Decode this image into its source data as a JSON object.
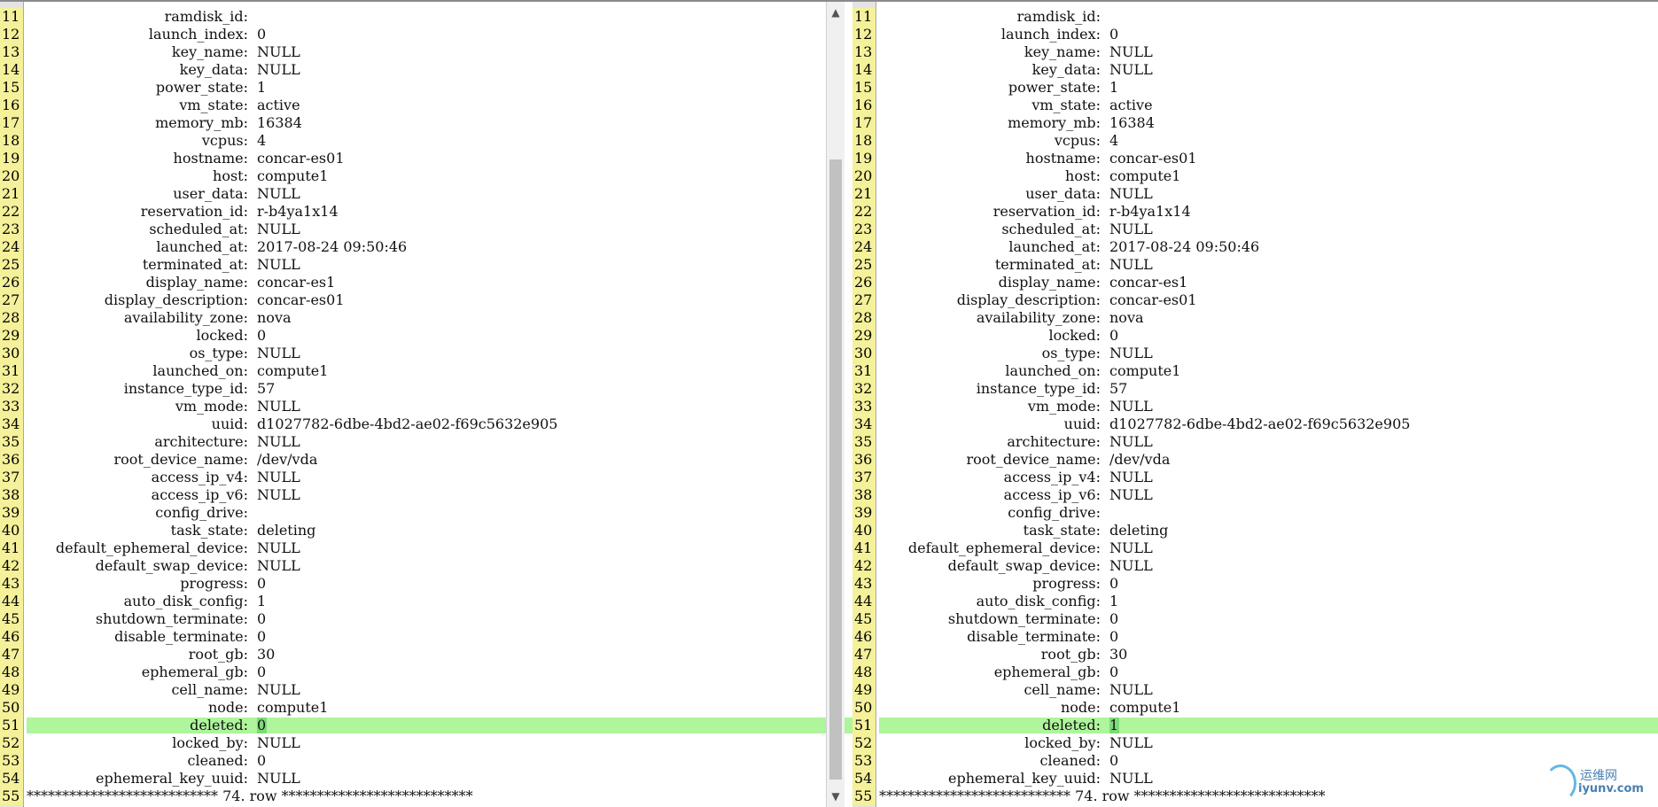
{
  "left_pane": {
    "lines": [
      {
        "n": "11",
        "key": "ramdisk_id:",
        "val": ""
      },
      {
        "n": "12",
        "key": "launch_index:",
        "val": "0"
      },
      {
        "n": "13",
        "key": "key_name:",
        "val": "NULL"
      },
      {
        "n": "14",
        "key": "key_data:",
        "val": "NULL"
      },
      {
        "n": "15",
        "key": "power_state:",
        "val": "1"
      },
      {
        "n": "16",
        "key": "vm_state:",
        "val": "active"
      },
      {
        "n": "17",
        "key": "memory_mb:",
        "val": "16384"
      },
      {
        "n": "18",
        "key": "vcpus:",
        "val": "4"
      },
      {
        "n": "19",
        "key": "hostname:",
        "val": "concar-es01"
      },
      {
        "n": "20",
        "key": "host:",
        "val": "compute1"
      },
      {
        "n": "21",
        "key": "user_data:",
        "val": "NULL"
      },
      {
        "n": "22",
        "key": "reservation_id:",
        "val": "r-b4ya1x14"
      },
      {
        "n": "23",
        "key": "scheduled_at:",
        "val": "NULL"
      },
      {
        "n": "24",
        "key": "launched_at:",
        "val": "2017-08-24 09:50:46"
      },
      {
        "n": "25",
        "key": "terminated_at:",
        "val": "NULL"
      },
      {
        "n": "26",
        "key": "display_name:",
        "val": "concar-es1"
      },
      {
        "n": "27",
        "key": "display_description:",
        "val": "concar-es01"
      },
      {
        "n": "28",
        "key": "availability_zone:",
        "val": "nova"
      },
      {
        "n": "29",
        "key": "locked:",
        "val": "0"
      },
      {
        "n": "30",
        "key": "os_type:",
        "val": "NULL"
      },
      {
        "n": "31",
        "key": "launched_on:",
        "val": "compute1"
      },
      {
        "n": "32",
        "key": "instance_type_id:",
        "val": "57"
      },
      {
        "n": "33",
        "key": "vm_mode:",
        "val": "NULL"
      },
      {
        "n": "34",
        "key": "uuid:",
        "val": "d1027782-6dbe-4bd2-ae02-f69c5632e905"
      },
      {
        "n": "35",
        "key": "architecture:",
        "val": "NULL"
      },
      {
        "n": "36",
        "key": "root_device_name:",
        "val": "/dev/vda"
      },
      {
        "n": "37",
        "key": "access_ip_v4:",
        "val": "NULL"
      },
      {
        "n": "38",
        "key": "access_ip_v6:",
        "val": "NULL"
      },
      {
        "n": "39",
        "key": "config_drive:",
        "val": ""
      },
      {
        "n": "40",
        "key": "task_state:",
        "val": "deleting"
      },
      {
        "n": "41",
        "key": "default_ephemeral_device:",
        "val": "NULL"
      },
      {
        "n": "42",
        "key": "default_swap_device:",
        "val": "NULL"
      },
      {
        "n": "43",
        "key": "progress:",
        "val": "0"
      },
      {
        "n": "44",
        "key": "auto_disk_config:",
        "val": "1"
      },
      {
        "n": "45",
        "key": "shutdown_terminate:",
        "val": "0"
      },
      {
        "n": "46",
        "key": "disable_terminate:",
        "val": "0"
      },
      {
        "n": "47",
        "key": "root_gb:",
        "val": "30"
      },
      {
        "n": "48",
        "key": "ephemeral_gb:",
        "val": "0"
      },
      {
        "n": "49",
        "key": "cell_name:",
        "val": "NULL"
      },
      {
        "n": "50",
        "key": "node:",
        "val": "compute1"
      },
      {
        "n": "51",
        "key": "deleted:",
        "val": "0"
      },
      {
        "n": "52",
        "key": "locked_by:",
        "val": "NULL"
      },
      {
        "n": "53",
        "key": "cleaned:",
        "val": "0"
      },
      {
        "n": "54",
        "key": "ephemeral_key_uuid:",
        "val": "NULL"
      }
    ],
    "last_line": {
      "n": "55",
      "text": "*************************** 74. row ***************************"
    }
  },
  "right_pane": {
    "lines": [
      {
        "n": "11",
        "key": "ramdisk_id:",
        "val": ""
      },
      {
        "n": "12",
        "key": "launch_index:",
        "val": "0"
      },
      {
        "n": "13",
        "key": "key_name:",
        "val": "NULL"
      },
      {
        "n": "14",
        "key": "key_data:",
        "val": "NULL"
      },
      {
        "n": "15",
        "key": "power_state:",
        "val": "1"
      },
      {
        "n": "16",
        "key": "vm_state:",
        "val": "active"
      },
      {
        "n": "17",
        "key": "memory_mb:",
        "val": "16384"
      },
      {
        "n": "18",
        "key": "vcpus:",
        "val": "4"
      },
      {
        "n": "19",
        "key": "hostname:",
        "val": "concar-es01"
      },
      {
        "n": "20",
        "key": "host:",
        "val": "compute1"
      },
      {
        "n": "21",
        "key": "user_data:",
        "val": "NULL"
      },
      {
        "n": "22",
        "key": "reservation_id:",
        "val": "r-b4ya1x14"
      },
      {
        "n": "23",
        "key": "scheduled_at:",
        "val": "NULL"
      },
      {
        "n": "24",
        "key": "launched_at:",
        "val": "2017-08-24 09:50:46"
      },
      {
        "n": "25",
        "key": "terminated_at:",
        "val": "NULL"
      },
      {
        "n": "26",
        "key": "display_name:",
        "val": "concar-es1"
      },
      {
        "n": "27",
        "key": "display_description:",
        "val": "concar-es01"
      },
      {
        "n": "28",
        "key": "availability_zone:",
        "val": "nova"
      },
      {
        "n": "29",
        "key": "locked:",
        "val": "0"
      },
      {
        "n": "30",
        "key": "os_type:",
        "val": "NULL"
      },
      {
        "n": "31",
        "key": "launched_on:",
        "val": "compute1"
      },
      {
        "n": "32",
        "key": "instance_type_id:",
        "val": "57"
      },
      {
        "n": "33",
        "key": "vm_mode:",
        "val": "NULL"
      },
      {
        "n": "34",
        "key": "uuid:",
        "val": "d1027782-6dbe-4bd2-ae02-f69c5632e905"
      },
      {
        "n": "35",
        "key": "architecture:",
        "val": "NULL"
      },
      {
        "n": "36",
        "key": "root_device_name:",
        "val": "/dev/vda"
      },
      {
        "n": "37",
        "key": "access_ip_v4:",
        "val": "NULL"
      },
      {
        "n": "38",
        "key": "access_ip_v6:",
        "val": "NULL"
      },
      {
        "n": "39",
        "key": "config_drive:",
        "val": ""
      },
      {
        "n": "40",
        "key": "task_state:",
        "val": "deleting"
      },
      {
        "n": "41",
        "key": "default_ephemeral_device:",
        "val": "NULL"
      },
      {
        "n": "42",
        "key": "default_swap_device:",
        "val": "NULL"
      },
      {
        "n": "43",
        "key": "progress:",
        "val": "0"
      },
      {
        "n": "44",
        "key": "auto_disk_config:",
        "val": "1"
      },
      {
        "n": "45",
        "key": "shutdown_terminate:",
        "val": "0"
      },
      {
        "n": "46",
        "key": "disable_terminate:",
        "val": "0"
      },
      {
        "n": "47",
        "key": "root_gb:",
        "val": "30"
      },
      {
        "n": "48",
        "key": "ephemeral_gb:",
        "val": "0"
      },
      {
        "n": "49",
        "key": "cell_name:",
        "val": "NULL"
      },
      {
        "n": "50",
        "key": "node:",
        "val": "compute1"
      },
      {
        "n": "51",
        "key": "deleted:",
        "val": "1"
      },
      {
        "n": "52",
        "key": "locked_by:",
        "val": "NULL"
      },
      {
        "n": "53",
        "key": "cleaned:",
        "val": "0"
      },
      {
        "n": "54",
        "key": "ephemeral_key_uuid:",
        "val": "NULL"
      }
    ],
    "last_line": {
      "n": "55",
      "text": "*************************** 74. row ***************************"
    }
  },
  "highlight_line": "51",
  "colors": {
    "line_number_bg": "#f4f19a",
    "diff_highlight": "#aef59c",
    "gutter_bg": "#e4e4e4"
  },
  "watermark": {
    "title": "运维网",
    "site": "iyunv.com"
  },
  "scrollbar": {
    "up_icon": "▲",
    "down_icon": "▼"
  }
}
